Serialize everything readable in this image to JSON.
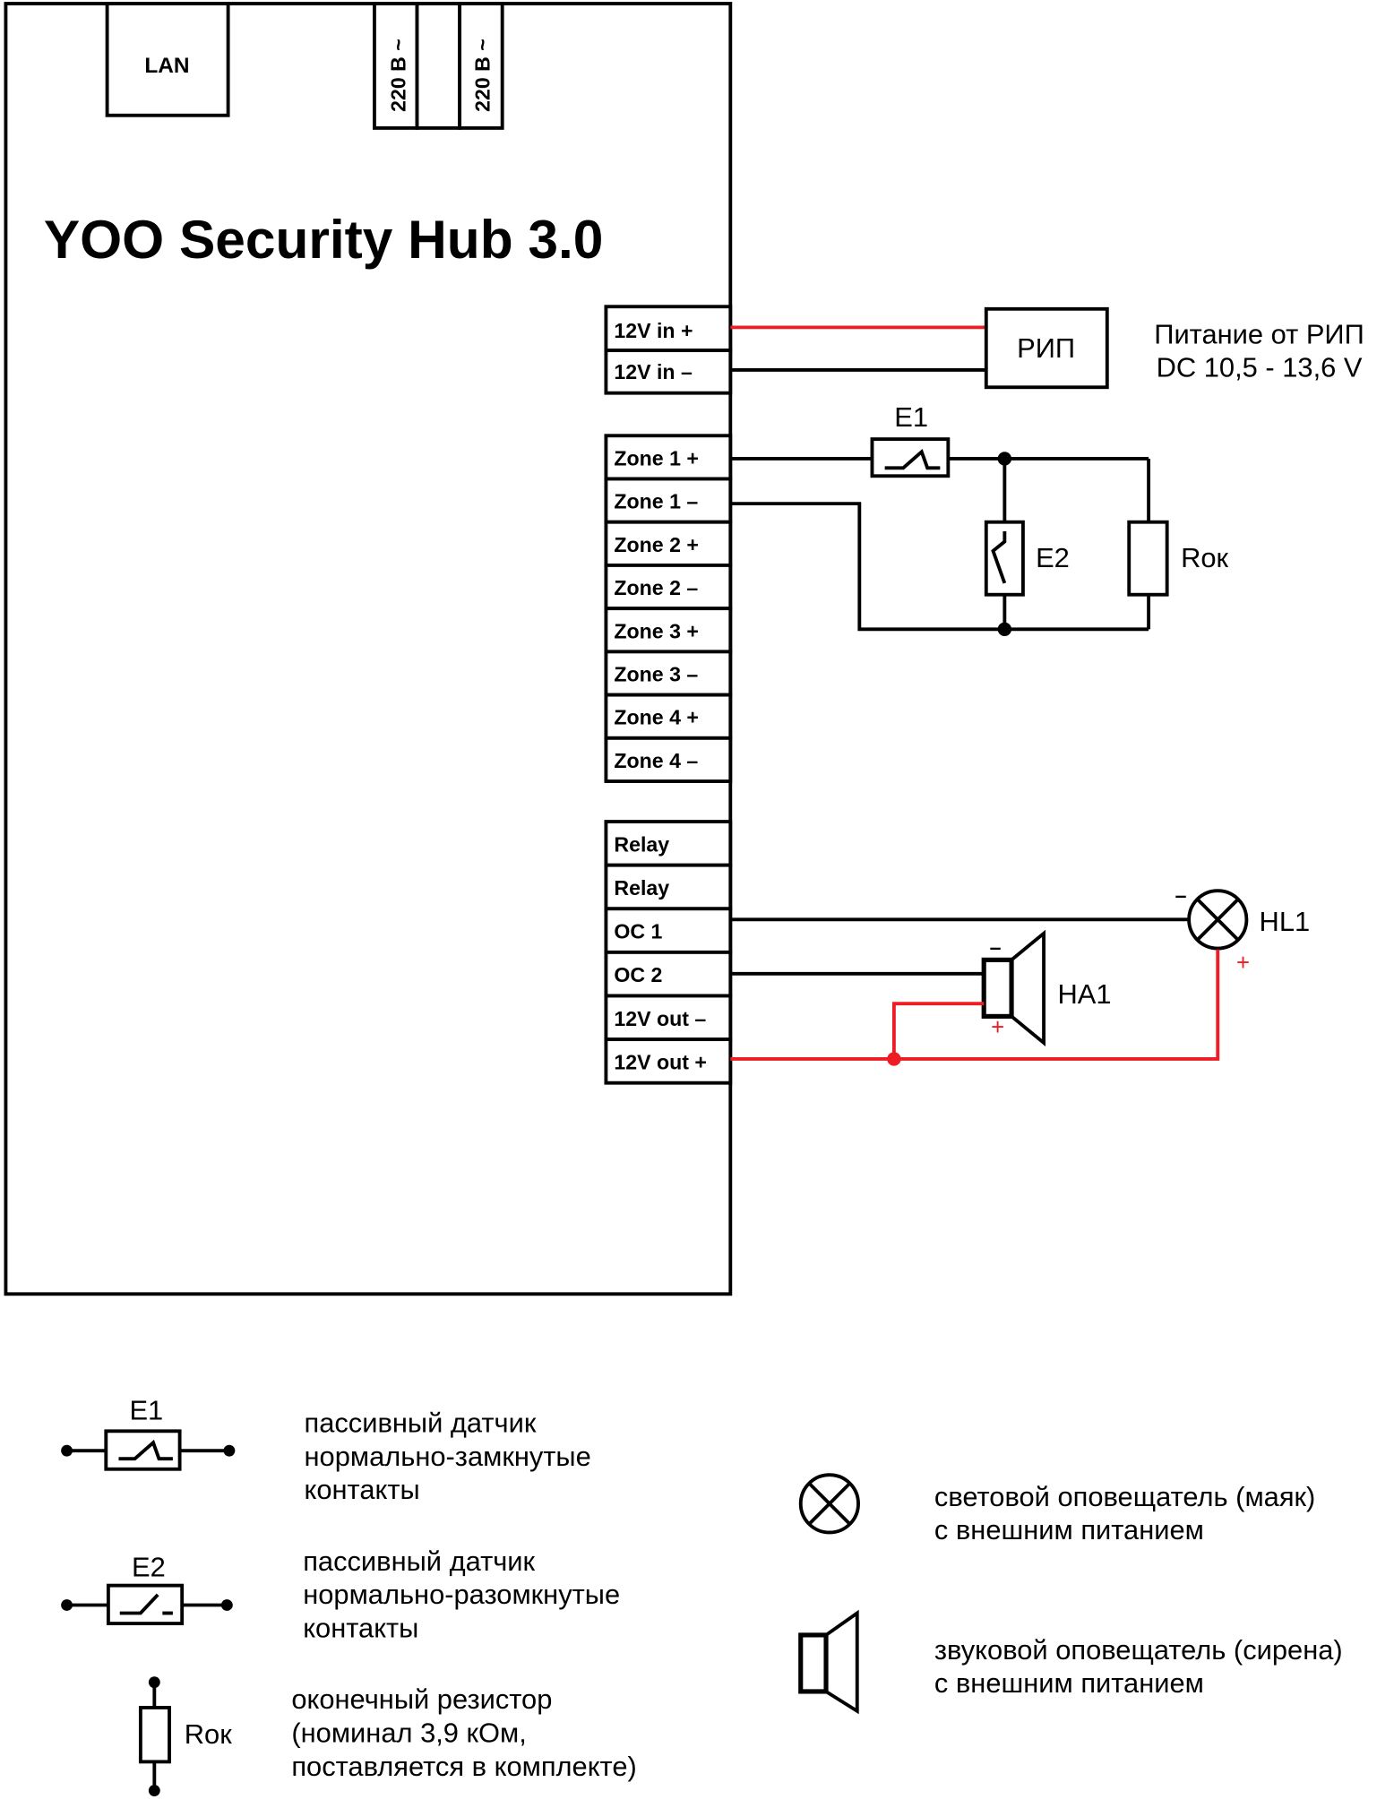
{
  "device": {
    "title": "YOO Security Hub 3.0",
    "lan_label": "LAN",
    "power_terminals": [
      "220 В ~",
      "",
      "220 В ~"
    ]
  },
  "terminals": {
    "power_in": [
      "12V in +",
      "12V in –"
    ],
    "zones": [
      "Zone 1 +",
      "Zone 1 –",
      "Zone 2 +",
      "Zone 2 –",
      "Zone 3 +",
      "Zone 3 –",
      "Zone 4 +",
      "Zone 4 –"
    ],
    "outputs": [
      "Relay",
      "Relay",
      "OC 1",
      "OC 2",
      "12V out –",
      "12V out +"
    ]
  },
  "components": {
    "psu_label": "РИП",
    "psu_note": [
      "Питание от РИП",
      "DC 10,5 - 13,6 V"
    ],
    "e1_label": "E1",
    "e2_label": "E2",
    "rok_label": "Rок",
    "hl1_label": "HL1",
    "ha1_label": "HA1",
    "minus_sign": "–",
    "plus_sign": "+"
  },
  "legend": {
    "e1": {
      "label": "E1",
      "text": [
        "пассивный датчик",
        "нормально-замкнутые",
        "контакты"
      ]
    },
    "e2": {
      "label": "E2",
      "text": [
        "пассивный датчик",
        "нормально-разомкнутые",
        "контакты"
      ]
    },
    "rok": {
      "label": "Rок",
      "text": [
        "оконечный резистор",
        "(номинал 3,9 кОм,",
        "поставляется в комплекте)"
      ]
    },
    "lamp": {
      "text": [
        "световой оповещатель (маяк)",
        "с внешним питанием"
      ]
    },
    "siren": {
      "text": [
        "звуковой оповещатель (сирена)",
        "с внешним питанием"
      ]
    }
  },
  "colors": {
    "positive_wire": "#ee1c24",
    "wire": "#000000"
  }
}
